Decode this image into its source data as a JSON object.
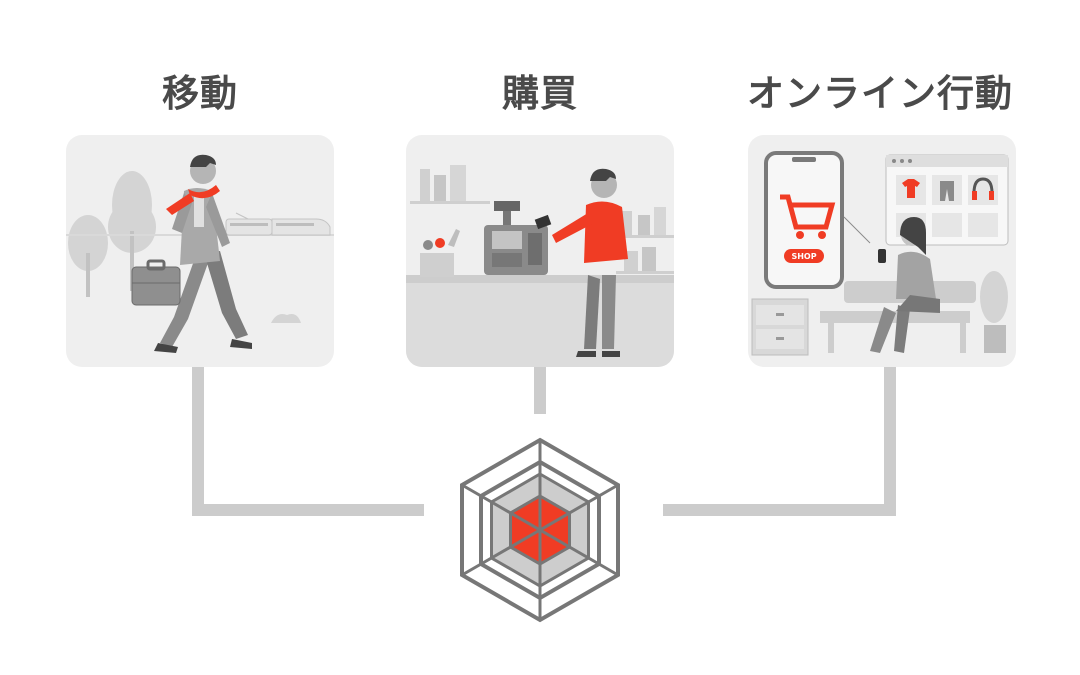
{
  "headings": {
    "movement": "移動",
    "purchase": "購買",
    "online": "オンライン行動"
  },
  "online_panel": {
    "shop_button": "SHOP"
  },
  "colors": {
    "accent": "#f03c24",
    "line": "#cccccc",
    "text": "#4a4a4a",
    "panel": "#efefef"
  },
  "icons": {
    "movement_panel": "walking-businessman-illustration",
    "purchase_panel": "checkout-counter-illustration",
    "online_panel": "online-shopping-illustration",
    "hub": "hexagon-radar-icon"
  }
}
